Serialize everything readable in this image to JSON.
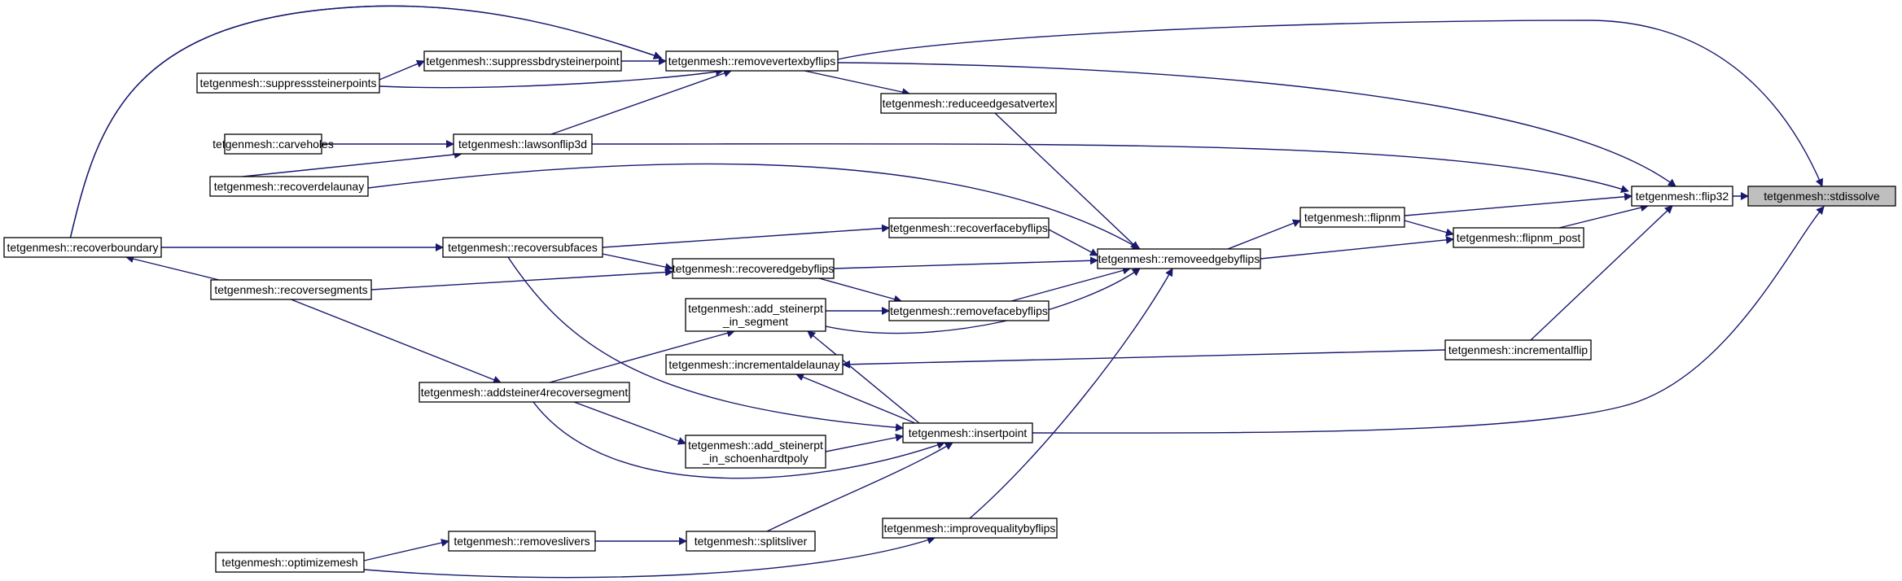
{
  "graph": {
    "title": "",
    "edge_color": "#191970",
    "root_fill": "#bfbfbf",
    "node_fill": "#ffffff",
    "direction": "right-to-left (caller graph)",
    "nodes": {
      "stdissolve": [
        "tetgenmesh::stdissolve"
      ],
      "flip32": [
        "tetgenmesh::flip32"
      ],
      "removevertexbyflips": [
        "tetgenmesh::removevertexbyflips"
      ],
      "suppressbdrysteinerpoint": [
        "tetgenmesh::suppressbdrysteinerpoint"
      ],
      "suppresssteinerpoints": [
        "tetgenmesh::suppresssteinerpoints"
      ],
      "lawsonflip3d": [
        "tetgenmesh::lawsonflip3d"
      ],
      "carveholes": [
        "tetgenmesh::carveholes"
      ],
      "recoverdelaunay": [
        "tetgenmesh::recoverdelaunay"
      ],
      "reduceedgesatvertex": [
        "tetgenmesh::reduceedgesatvertex"
      ],
      "flipnm": [
        "tetgenmesh::flipnm"
      ],
      "flipnm_post": [
        "tetgenmesh::flipnm_post"
      ],
      "removeedgebyflips": [
        "tetgenmesh::removeedgebyflips"
      ],
      "recoverfacebyflips": [
        "tetgenmesh::recoverfacebyflips"
      ],
      "recoversubfaces": [
        "tetgenmesh::recoversubfaces"
      ],
      "recoverboundary": [
        "tetgenmesh::recoverboundary"
      ],
      "recoveredgebyflips": [
        "tetgenmesh::recoveredgebyflips"
      ],
      "recoversegments": [
        "tetgenmesh::recoversegments"
      ],
      "removefacebyflips": [
        "tetgenmesh::removefacebyflips"
      ],
      "add_steinerpt_in_segment": [
        "tetgenmesh::add_steinerpt",
        "_in_segment"
      ],
      "incrementaldelaunay": [
        "tetgenmesh::incrementaldelaunay"
      ],
      "incrementalflip": [
        "tetgenmesh::incrementalflip"
      ],
      "addsteiner4recoversegment": [
        "tetgenmesh::addsteiner4recoversegment"
      ],
      "insertpoint": [
        "tetgenmesh::insertpoint"
      ],
      "add_steinerpt_in_schoenhardtpoly": [
        "tetgenmesh::add_steinerpt",
        "_in_schoenhardtpoly"
      ],
      "improvequalitybyflips": [
        "tetgenmesh::improvequalitybyflips"
      ],
      "removeslivers": [
        "tetgenmesh::removeslivers"
      ],
      "splitsliver": [
        "tetgenmesh::splitsliver"
      ],
      "optimizemesh": [
        "tetgenmesh::optimizemesh"
      ]
    },
    "edges": [
      [
        "flip32",
        "stdissolve"
      ],
      [
        "removevertexbyflips",
        "stdissolve"
      ],
      [
        "recoverboundary",
        "stdissolve"
      ],
      [
        "insertpoint",
        "stdissolve"
      ],
      [
        "removevertexbyflips",
        "flip32"
      ],
      [
        "lawsonflip3d",
        "flip32"
      ],
      [
        "flipnm",
        "flip32"
      ],
      [
        "flipnm_post",
        "flip32"
      ],
      [
        "incrementalflip",
        "flip32"
      ],
      [
        "suppressbdrysteinerpoint",
        "removevertexbyflips"
      ],
      [
        "suppresssteinerpoints",
        "removevertexbyflips"
      ],
      [
        "lawsonflip3d",
        "removevertexbyflips"
      ],
      [
        "suppresssteinerpoints",
        "suppressbdrysteinerpoint"
      ],
      [
        "carveholes",
        "lawsonflip3d"
      ],
      [
        "recoverdelaunay",
        "lawsonflip3d"
      ],
      [
        "removevertexbyflips",
        "reduceedgesatvertex"
      ],
      [
        "removeedgebyflips",
        "flipnm"
      ],
      [
        "flipnm",
        "flipnm_post"
      ],
      [
        "removeedgebyflips",
        "flipnm_post"
      ],
      [
        "reduceedgesatvertex",
        "removeedgebyflips"
      ],
      [
        "recoverdelaunay",
        "removeedgebyflips"
      ],
      [
        "recoverfacebyflips",
        "removeedgebyflips"
      ],
      [
        "recoveredgebyflips",
        "removeedgebyflips"
      ],
      [
        "removefacebyflips",
        "removeedgebyflips"
      ],
      [
        "add_steinerpt_in_segment",
        "removeedgebyflips"
      ],
      [
        "improvequalitybyflips",
        "removeedgebyflips"
      ],
      [
        "recoversubfaces",
        "recoverfacebyflips"
      ],
      [
        "recoverboundary",
        "recoversubfaces"
      ],
      [
        "recoversubfaces",
        "recoveredgebyflips"
      ],
      [
        "recoversegments",
        "recoveredgebyflips"
      ],
      [
        "recoveredgebyflips",
        "removefacebyflips"
      ],
      [
        "add_steinerpt_in_segment",
        "removefacebyflips"
      ],
      [
        "recoversegments",
        "recoverboundary"
      ],
      [
        "addsteiner4recoversegment",
        "add_steinerpt_in_segment"
      ],
      [
        "recoversegments",
        "addsteiner4recoversegment"
      ],
      [
        "insertpoint",
        "add_steinerpt_in_segment"
      ],
      [
        "insertpoint",
        "incrementaldelaunay"
      ],
      [
        "incrementalflip",
        "incrementaldelaunay"
      ],
      [
        "recoversubfaces",
        "insertpoint"
      ],
      [
        "addsteiner4recoversegment",
        "insertpoint"
      ],
      [
        "add_steinerpt_in_schoenhardtpoly",
        "insertpoint"
      ],
      [
        "splitsliver",
        "insertpoint"
      ],
      [
        "addsteiner4recoversegment",
        "add_steinerpt_in_schoenhardtpoly"
      ],
      [
        "removeslivers",
        "splitsliver"
      ],
      [
        "optimizemesh",
        "removeslivers"
      ],
      [
        "optimizemesh",
        "improvequalitybyflips"
      ],
      [
        "removevertexbyflips",
        "recoverboundary"
      ]
    ]
  }
}
